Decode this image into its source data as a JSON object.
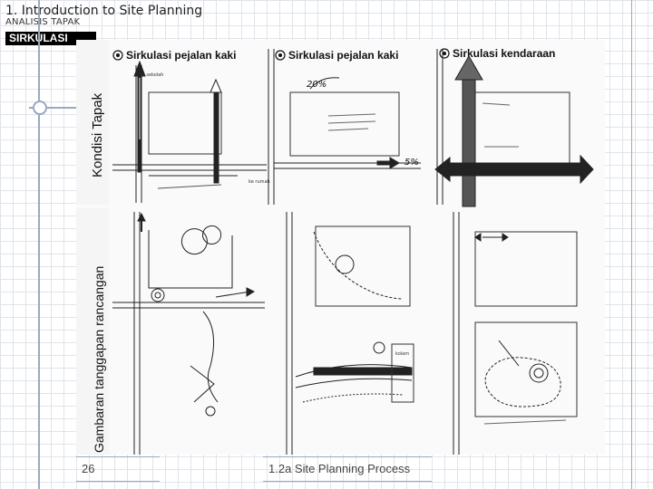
{
  "header": {
    "title": "1. Introduction to Site Planning",
    "subtitle": "ANALISIS TAPAK",
    "section": "SIRKULASI"
  },
  "figure": {
    "row_labels": [
      "Kondisi Tapak",
      "Gambaran tanggapan rancangan"
    ],
    "column_titles": [
      "Sirkulasi pejalan kaki",
      "Sirkulasi pejalan kaki",
      "Sirkulasi kendaraan"
    ],
    "sketch_annotations": {
      "percent_20": "20%",
      "percent_5": "5%",
      "cell1_top": "ke sekolah",
      "cell1_bottom": "ke rumah",
      "cell6_pond": "kolam"
    }
  },
  "footer": {
    "page_number": "26",
    "course_label": "1.2a Site Planning Process"
  }
}
